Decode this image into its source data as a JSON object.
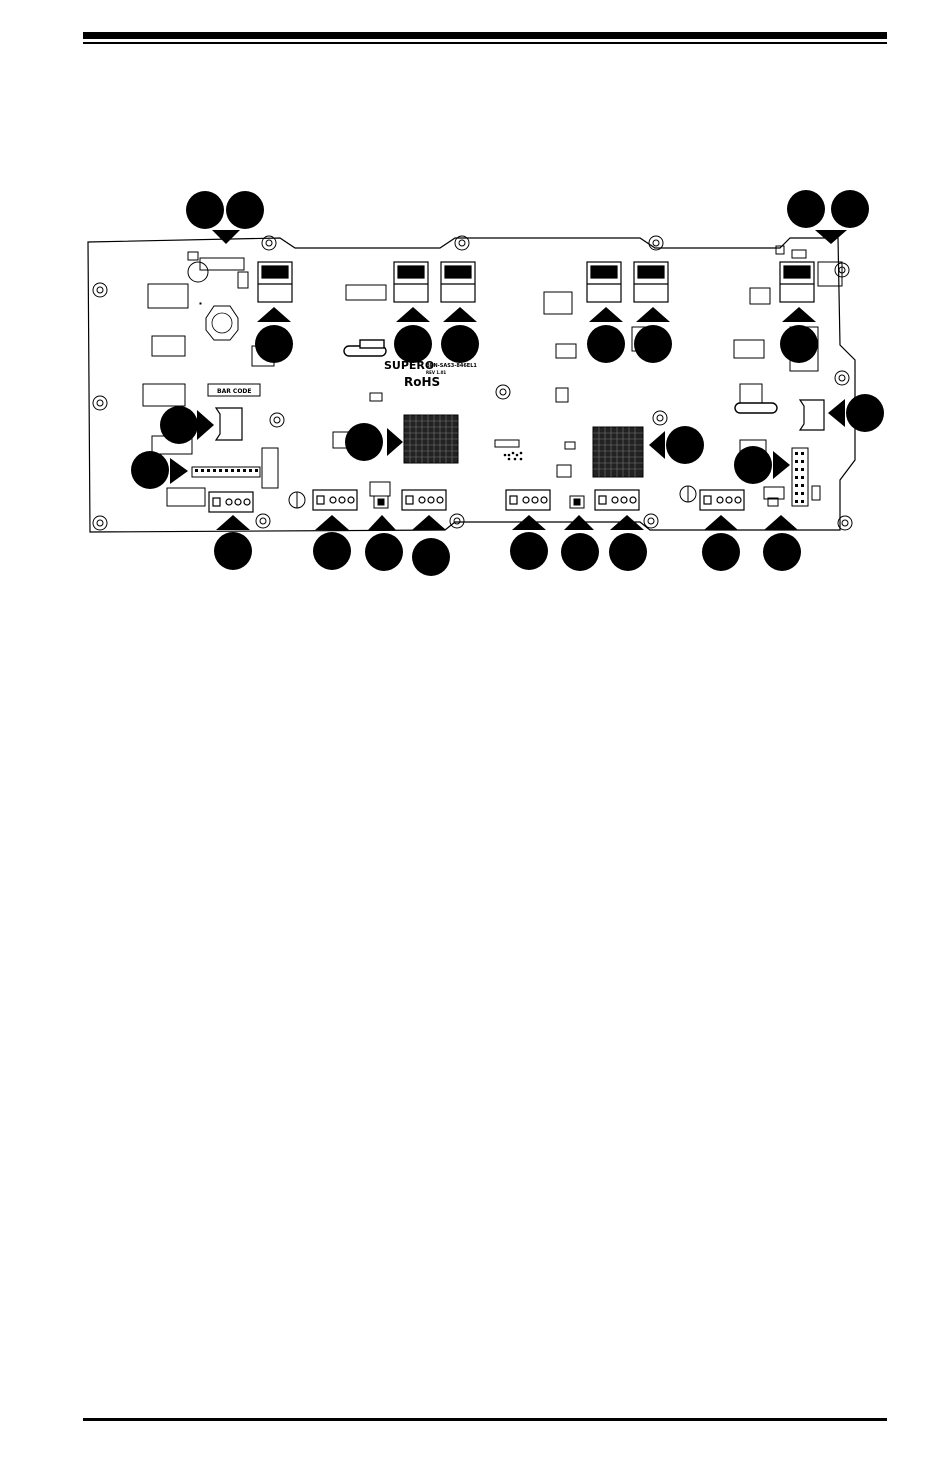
{
  "board": {
    "brand": "SUPERO",
    "model": "BPN-SAS3-846EL1",
    "revision": "REV 1.01",
    "rohs": "RoHS",
    "bar_code": "BAR CODE"
  },
  "colors": {
    "ink": "#000000",
    "paper": "#ffffff"
  },
  "callouts": {
    "count": 26,
    "style": "solid black circle with arrow pointer, no printed number"
  }
}
